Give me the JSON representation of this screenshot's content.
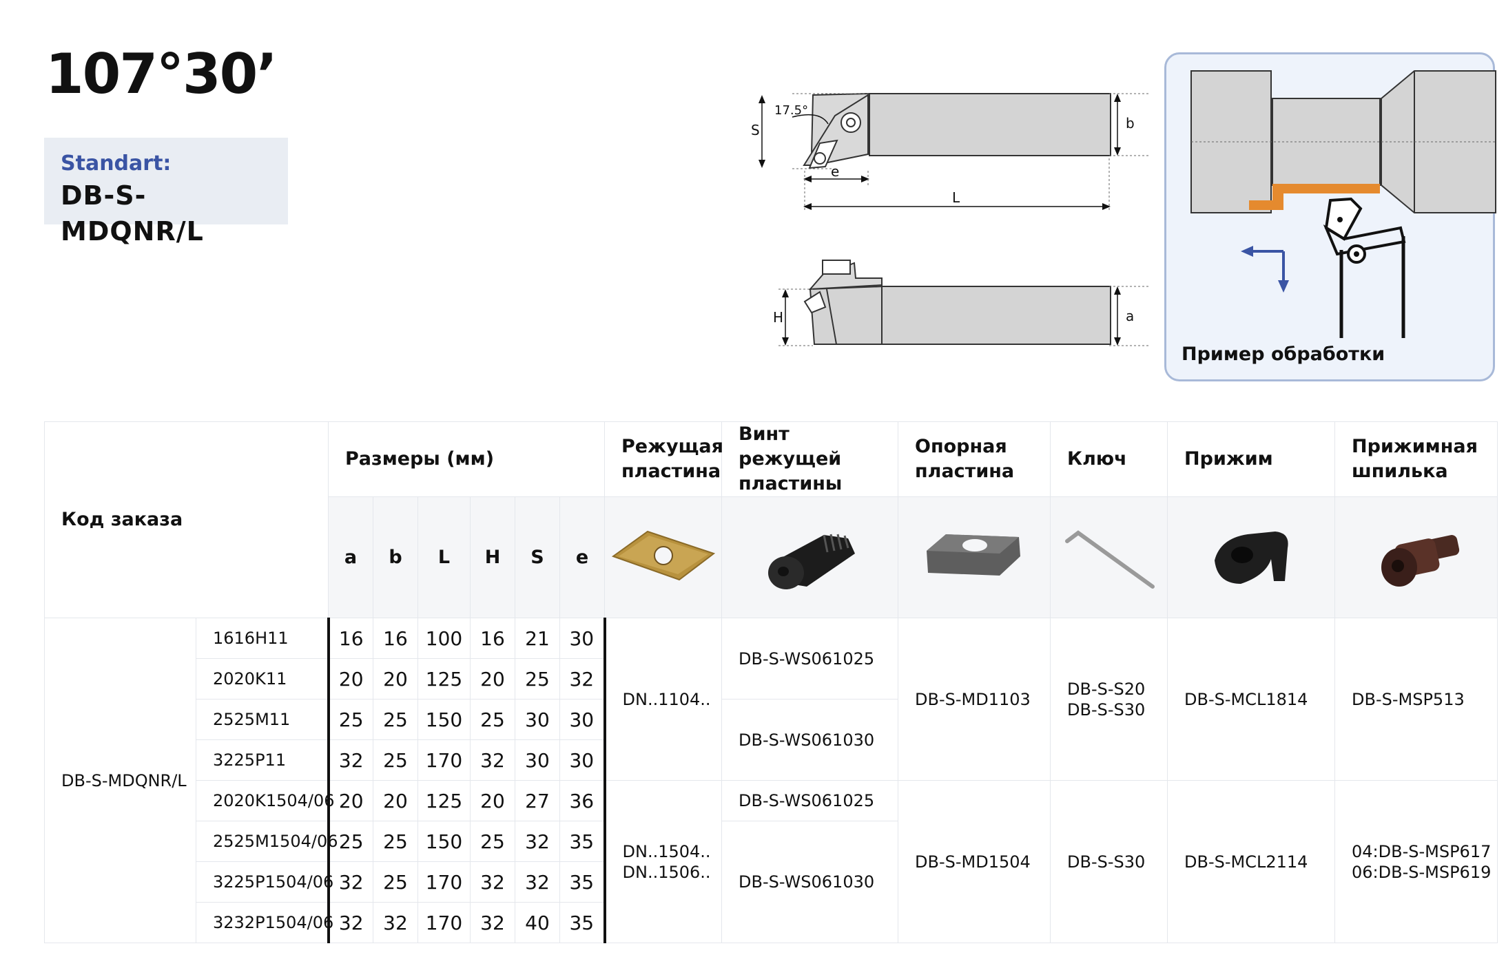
{
  "title": "107°30’",
  "standard": {
    "label": "Standart:",
    "code": "DB-S-MDQNR/L"
  },
  "drawing": {
    "angle_label": "17.5°",
    "dim_S": "S",
    "dim_b": "b",
    "dim_e": "e",
    "dim_L": "L",
    "dim_H": "H",
    "dim_a": "a"
  },
  "example": {
    "caption": "Пример обработки"
  },
  "table": {
    "headers": {
      "order_code": "Код заказа",
      "dimensions": "Размеры (мм)",
      "insert": "Режущая пластина",
      "insert_screw": "Винт режущей пластины",
      "shim": "Опорная пластина",
      "key": "Ключ",
      "clamp": "Прижим",
      "clamp_pin": "Прижимная шпилька"
    },
    "dim_columns": [
      "a",
      "b",
      "L",
      "H",
      "S",
      "e"
    ],
    "product_group": "DB-S-MDQNR/L",
    "rows": [
      {
        "code": "1616H11",
        "dims": [
          "16",
          "16",
          "100",
          "16",
          "21",
          "30"
        ]
      },
      {
        "code": "2020K11",
        "dims": [
          "20",
          "20",
          "125",
          "20",
          "25",
          "32"
        ]
      },
      {
        "code": "2525M11",
        "dims": [
          "25",
          "25",
          "150",
          "25",
          "30",
          "30"
        ]
      },
      {
        "code": "3225P11",
        "dims": [
          "32",
          "25",
          "170",
          "32",
          "30",
          "30"
        ]
      },
      {
        "code": "2020K1504/06",
        "dims": [
          "20",
          "20",
          "125",
          "20",
          "27",
          "36"
        ]
      },
      {
        "code": "2525M1504/06",
        "dims": [
          "25",
          "25",
          "150",
          "25",
          "32",
          "35"
        ]
      },
      {
        "code": "3225P1504/06",
        "dims": [
          "32",
          "25",
          "170",
          "32",
          "32",
          "35"
        ]
      },
      {
        "code": "3232P1504/06",
        "dims": [
          "32",
          "32",
          "170",
          "32",
          "40",
          "35"
        ]
      }
    ],
    "group1": {
      "insert": "DN..1104..",
      "screw_a": "DB-S-WS061025",
      "screw_b": "DB-S-WS061030",
      "shim": "DB-S-MD1103",
      "key_1": "DB-S-S20",
      "key_2": "DB-S-S30",
      "clamp": "DB-S-MCL1814",
      "pin": "DB-S-MSP513"
    },
    "group2": {
      "insert_1": "DN..1504..",
      "insert_2": "DN..1506..",
      "screw_a": "DB-S-WS061025",
      "screw_b": "DB-S-WS061030",
      "shim": "DB-S-MD1504",
      "key": "DB-S-S30",
      "clamp": "DB-S-MCL2114",
      "pin_1": "04:DB-S-MSP617",
      "pin_2": "06:DB-S-MSP619"
    }
  }
}
